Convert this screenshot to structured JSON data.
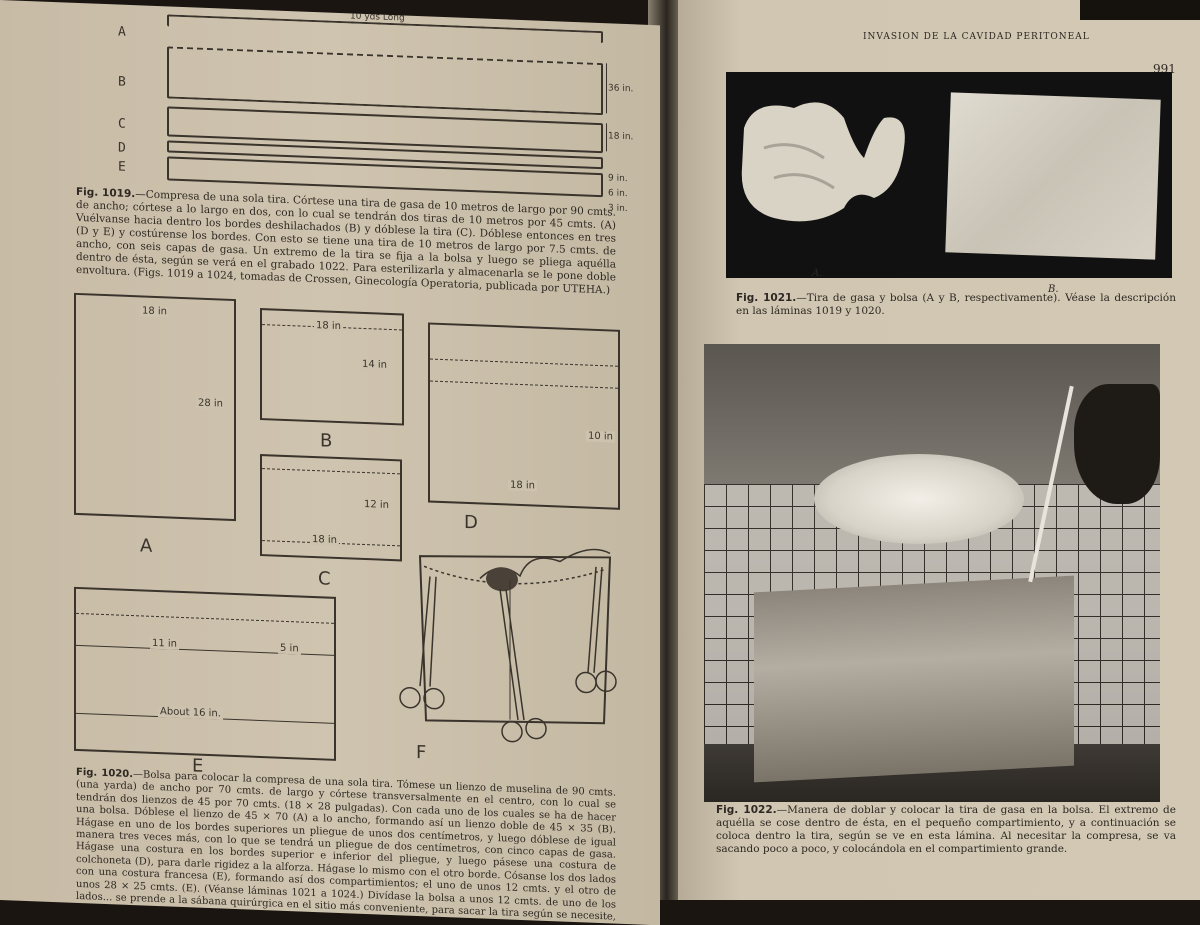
{
  "left_page": {
    "fig1019_diagram": {
      "top_label": "10 yds Long",
      "strip_labels": [
        "A",
        "B",
        "C",
        "D",
        "E"
      ],
      "dims": [
        "36 in.",
        "18 in.",
        "9 in.",
        "6 in.",
        "3 in."
      ]
    },
    "fig1019_caption": {
      "number": "Fig. 1019.",
      "text": "—Compresa de una sola tira. Córtese una tira de gasa de 10 metros de largo por 90 cmts. de ancho; córtese a lo largo en dos, con lo cual se tendrán dos tiras de 10 metros por 45 cmts. (A) Vuélvanse hacia dentro los bordes deshilachados (B) y dóblese la tira (C). Dóblese entonces en tres (D y E) y costúrense los bordes. Con esto se tiene una tira de 10 metros de largo por 7.5 cmts. de ancho, con seis capas de gasa. Un extremo de la tira se fija a la bolsa y luego se pliega aquélla dentro de ésta, según se verá en el grabado 1022. Para esterilizarla y almacenarla se le pone doble envoltura. (Figs. 1019 a 1024, tomadas de Crossen, Ginecología Operatoria, publicada por UTEHA.)"
    },
    "fig1020_diagram": {
      "panel_labels": [
        "A",
        "B",
        "C",
        "D",
        "E",
        "F"
      ],
      "dims": {
        "a_width": "18 in",
        "a_height": "28 in",
        "b_width": "18 in",
        "b_height": "14 in",
        "c_width": "18 in",
        "c_height": "12 in",
        "d_width": "18 in",
        "d_height": "10 in",
        "e_left": "11 in",
        "e_right": "5 in",
        "e_total": "About 16 in."
      }
    },
    "fig1020_caption": {
      "number": "Fig. 1020.",
      "text": "—Bolsa para colocar la compresa de una sola tira. Tómese un lienzo de muselina de 90 cmts. (una yarda) de ancho por 70 cmts. de largo y córtese transversalmente en el centro, con lo cual se tendrán dos lienzos de 45 por 70 cmts. (18 × 28 pulgadas). Con cada uno de los cuales se ha de hacer una bolsa. Dóblese el lienzo de 45 × 70 (A) a lo ancho, formando así un lienzo doble de 45 × 35 (B). Hágase en uno de los bordes superiores un pliegue de unos dos centímetros, y luego dóblese de igual manera tres veces más, con lo que se tendrá un pliegue de dos centímetros, con cinco capas de gasa. Hágase una costura en los bordes superior e inferior del pliegue, y luego pásese una costura de colchoneta (D), para darle rigidez a la alforza. Hágase lo mismo con el otro borde. Cósanse los dos lados con una costura francesa (E), formando así dos compartimientos; el uno de unos 12 cmts. y el otro de unos 28 × 25 cmts. (E). (Véanse láminas 1021 a 1024.) Divídase la bolsa a unos 12 cmts. de uno de los lados... se prende a la sábana quirúrgica en el sitio más conveniente, para sacar la tira según se necesite, a la bolsa se prende a los bordes del pequeño compartimiento grande, para ir colocando en el las porciones."
    }
  },
  "right_page": {
    "running_head": "INVASION DE LA CAVIDAD PERITONEAL",
    "page_number": "991",
    "fig1021_labels": [
      "A.",
      "B."
    ],
    "fig1021_caption": {
      "number": "Fig. 1021.",
      "text": "—Tira de gasa y bolsa (A y B, respectivamente). Véase la descripción en las láminas 1019 y 1020."
    },
    "fig1022_caption": {
      "number": "Fig. 1022.",
      "text": "—Manera de doblar y colocar la tira de gasa en la bolsa. El extremo de aquélla se cose dentro de ésta, en el pequeño compartimiento, y a continuación se coloca dentro la tira, según se ve en esta lámina. Al necesitar la compresa, se va sacando poco a poco, y colocándola en el compartimiento grande."
    }
  }
}
